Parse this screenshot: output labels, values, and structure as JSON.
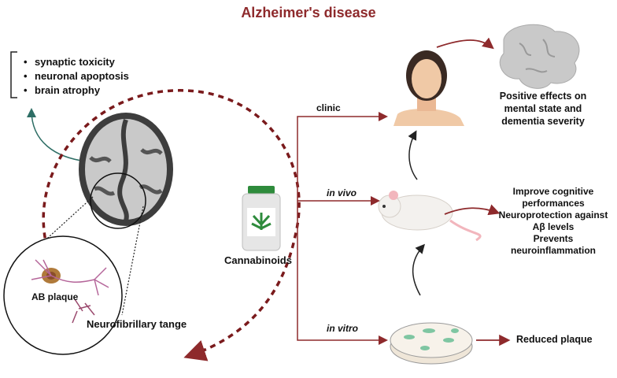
{
  "title": "Alzheimer's disease",
  "symptoms": [
    "synaptic toxicity",
    "neuronal apoptosis",
    "brain atrophy"
  ],
  "neuron_labels": {
    "plaque": "AB plaque",
    "tangle": "Neurofibrillary tange"
  },
  "center_label": "Cannabinoids",
  "routes": {
    "clinic": "clinic",
    "in_vivo": "in vivo",
    "in_vitro": "in vitro"
  },
  "outcomes": {
    "clinic": [
      "Positive effects on",
      "mental state and",
      "dementia severity"
    ],
    "in_vivo": [
      "Improve cognitive",
      "performances",
      "Neuroprotection against",
      "Aβ levels",
      "Prevents",
      "neuroinflammation"
    ],
    "in_vitro": "Reduced plaque"
  },
  "colors": {
    "title": "#8e2a2c",
    "arrow": "#8e2a2c",
    "dashed": "#7a1a1c",
    "teal": "#2e6e65"
  }
}
